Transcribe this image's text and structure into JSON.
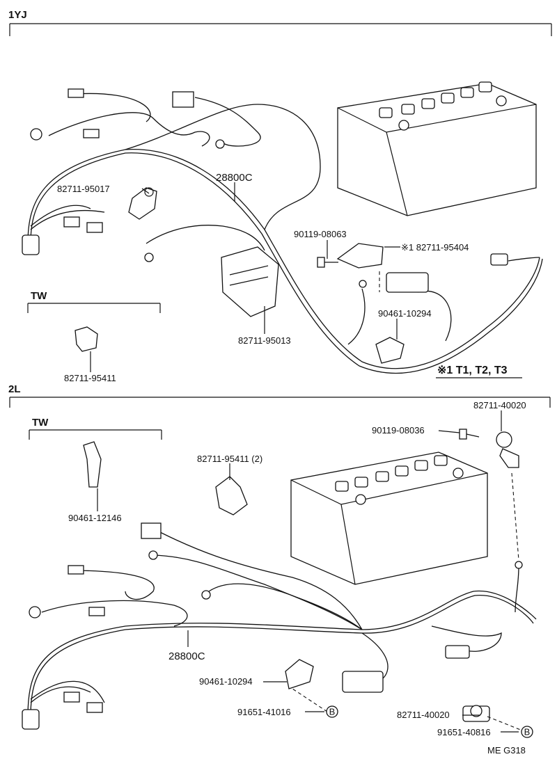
{
  "sections": {
    "s1": "1YJ",
    "s2": "2L",
    "tw1": "TW",
    "tw2": "TW"
  },
  "labels": {
    "p1": "82711-95017",
    "p2": "28800C",
    "p3": "90119-08063",
    "p4": "※1 82711-95404",
    "p5": "90461-10294",
    "p6": "82711-95013",
    "p7": "82711-95411",
    "p8": "※1 T1, T2, T3",
    "p9": "82711-40020",
    "p10": "90119-08036",
    "p11": "82711-95411 (2)",
    "p12": "90461-12146",
    "p13": "28800C",
    "p14": "90461-10294",
    "p15": "91651-41016",
    "p16": "82711-40020",
    "p17": "91651-40816",
    "code": "ME  G318"
  },
  "markers": {
    "b1": "B",
    "b2": "B"
  }
}
